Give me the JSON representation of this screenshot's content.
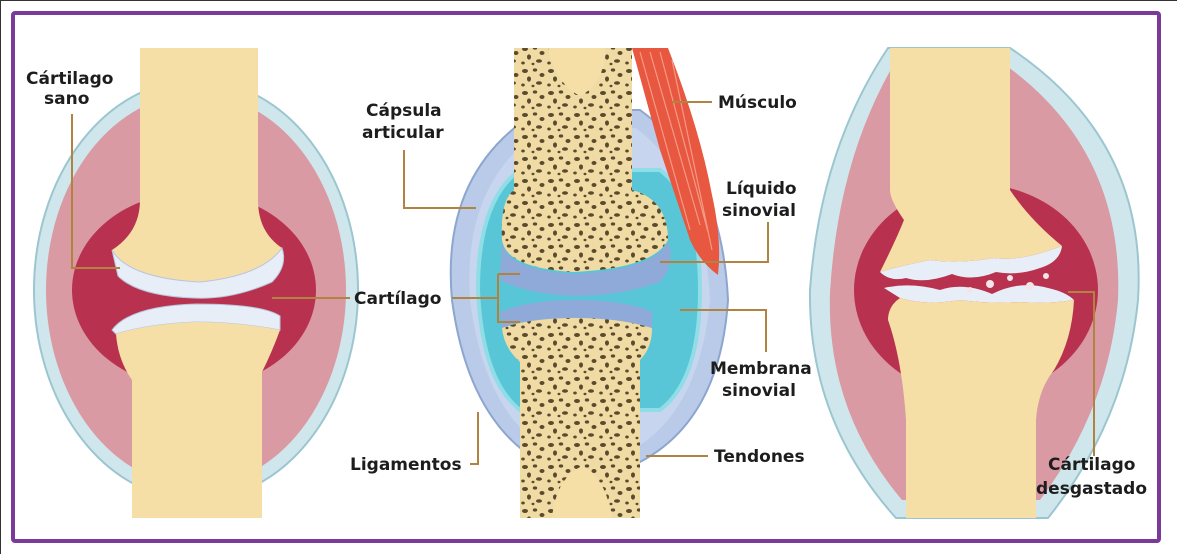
{
  "colors": {
    "frame": "#7a3a9a",
    "bone": "#f6dfa6",
    "bone_pattern": "#5a4a2e",
    "cartilage": "#dce6f3",
    "synovial_fluid": "#58c6d6",
    "capsule": "#b9cbe8",
    "outer_capsule": "#cfe7ec",
    "inflamed_outer": "#d99aa3",
    "inflamed_inner": "#b8324f",
    "muscle": "#e8573f",
    "leader_line": "#b08440"
  },
  "labels": {
    "healthy_cartilage_line1": "Cártilago",
    "healthy_cartilage_line2": "sano",
    "capsule_line1": "Cápsula",
    "capsule_line2": "articular",
    "cartilage": "Cartílago",
    "ligaments": "Ligamentos",
    "muscle": "Músculo",
    "synovial_fluid_line1": "Líquido",
    "synovial_fluid_line2": "sinovial",
    "synovial_membrane_line1": "Membrana",
    "synovial_membrane_line2": "sinovial",
    "tendons": "Tendones",
    "worn_cartilage_line1": "Cártilago",
    "worn_cartilage_line2": "desgastado"
  }
}
